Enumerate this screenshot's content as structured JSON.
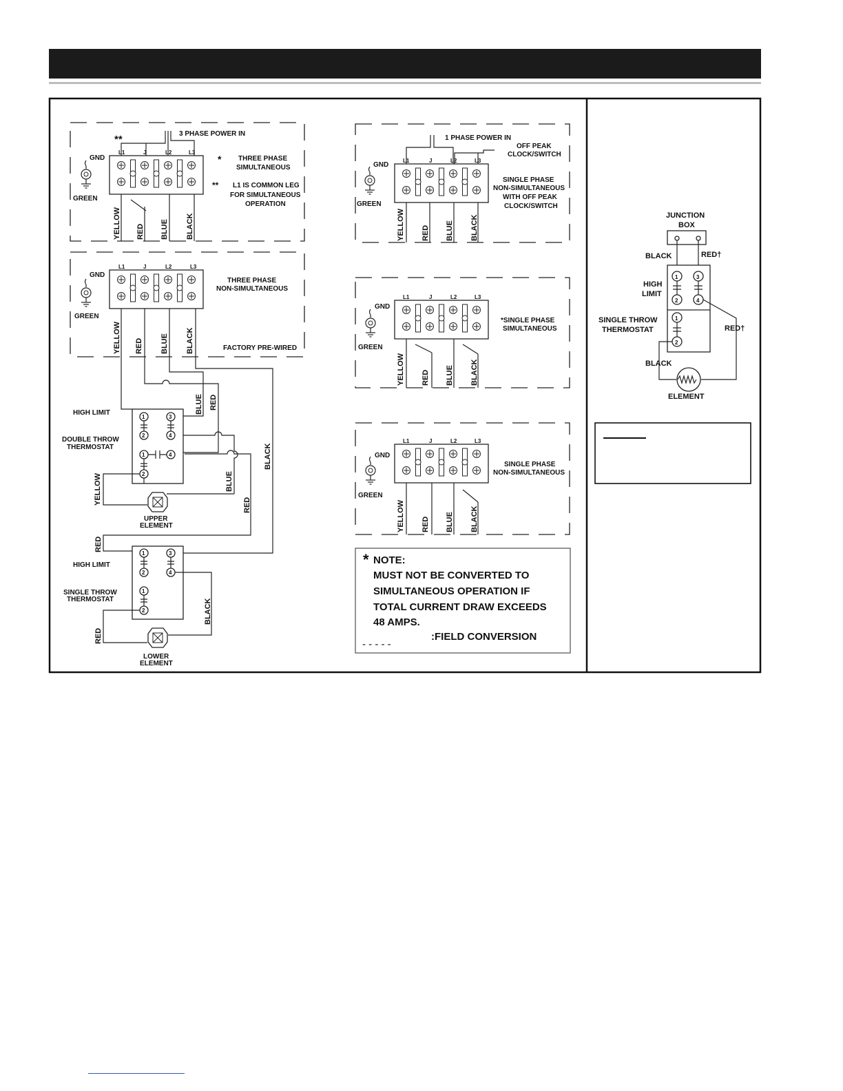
{
  "labels": {
    "gnd": "GND",
    "green": "GREEN",
    "yellow": "YELLOW",
    "red": "RED",
    "blue": "BLUE",
    "black": "BLACK",
    "l1": "L1",
    "j": "J",
    "l2": "L2",
    "l3": "L3",
    "star": "*",
    "double_star": "**",
    "dashes": "- - - - -"
  },
  "d1": {
    "power": "3 PHASE POWER IN",
    "note1a": "THREE PHASE",
    "note1b": "SIMULTANEOUS",
    "note2a": "L1 IS COMMON LEG",
    "note2b": "FOR SIMULTANEOUS",
    "note2c": "OPERATION"
  },
  "d2": {
    "title1": "THREE PHASE",
    "title2": "NON-SIMULTANEOUS",
    "factory": "FACTORY PRE-WIRED",
    "high_limit": "HIGH LIMIT",
    "double_throw1": "DOUBLE THROW",
    "double_throw2": "THERMOSTAT",
    "upper1": "UPPER",
    "upper2": "ELEMENT",
    "single_throw1": "SINGLE THROW",
    "single_throw2": "THERMOSTAT",
    "lower1": "LOWER",
    "lower2": "ELEMENT"
  },
  "d3": {
    "power": "1 PHASE POWER IN",
    "offpeak1": "OFF PEAK",
    "offpeak2": "CLOCK/SWITCH",
    "t1": "SINGLE PHASE",
    "t2": "NON-SIMULTANEOUS",
    "t3": "WITH OFF PEAK",
    "t4": "CLOCK/SWITCH"
  },
  "d4": {
    "t1": "*SINGLE PHASE",
    "t2": "SIMULTANEOUS"
  },
  "d5": {
    "t1": "SINGLE PHASE",
    "t2": "NON-SIMULTANEOUS"
  },
  "note": {
    "star": "*",
    "head": "NOTE:",
    "l1": "MUST NOT BE CONVERTED TO",
    "l2": "SIMULTANEOUS OPERATION IF",
    "l3": "TOTAL CURRENT DRAW EXCEEDS",
    "l4": "48 AMPS.",
    "field": ":FIELD CONVERSION"
  },
  "right": {
    "jb1": "JUNCTION",
    "jb2": "BOX",
    "black": "BLACK",
    "red_dagger": "RED†",
    "hl1": "HIGH",
    "hl2": "LIMIT",
    "st1": "SINGLE THROW",
    "st2": "THERMOSTAT",
    "element": "ELEMENT"
  }
}
